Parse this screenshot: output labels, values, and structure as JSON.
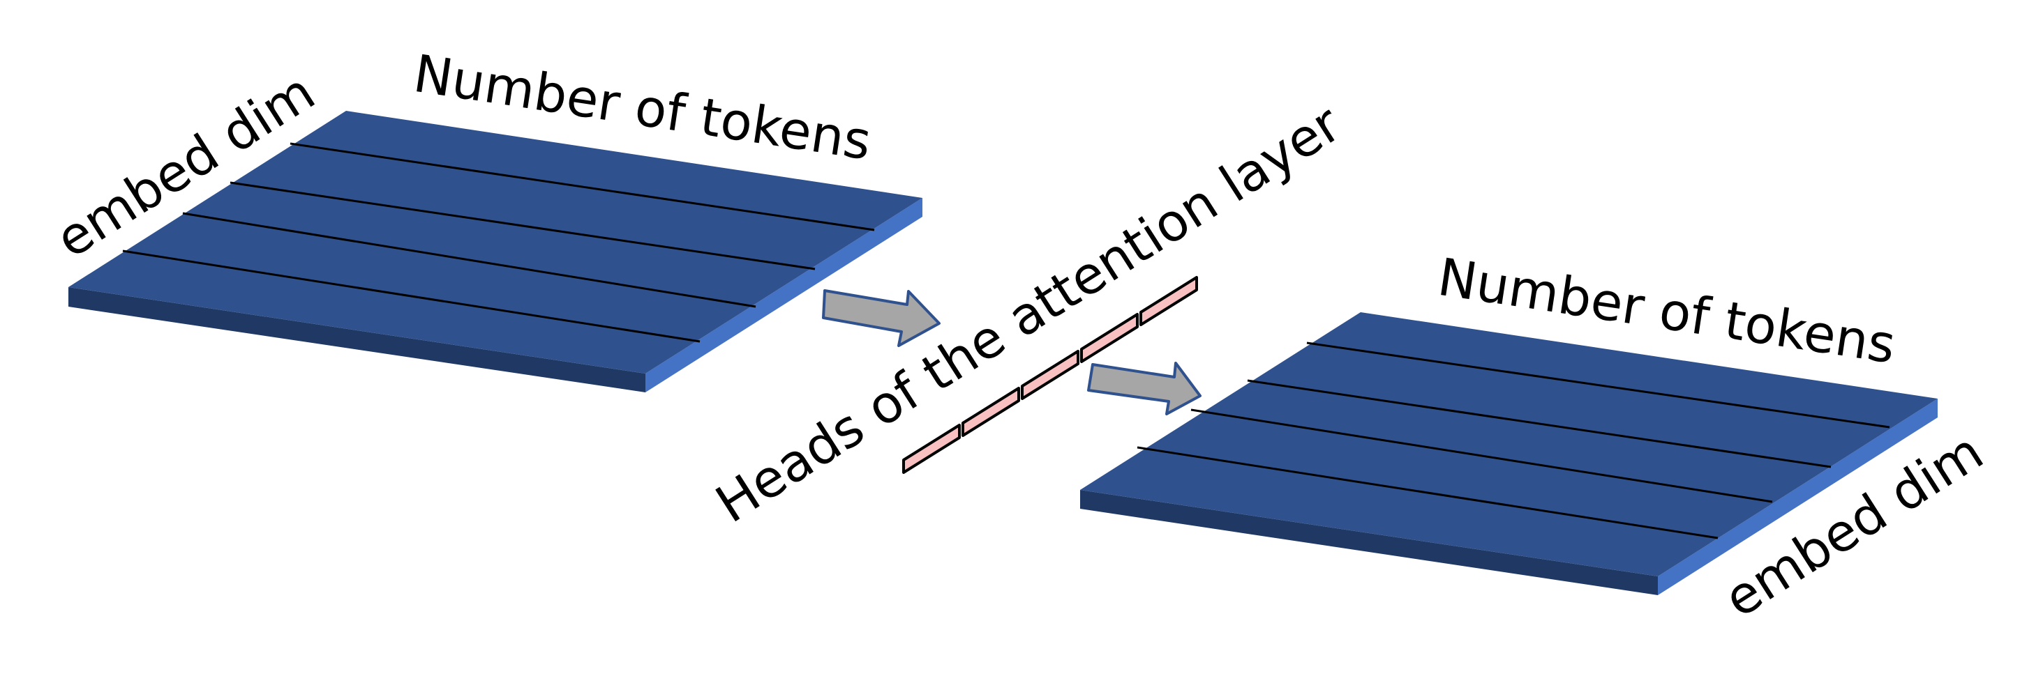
{
  "labels": {
    "left_tokens": "Number of tokens",
    "left_embed": "embed dim",
    "heads": "Heads of the attention layer",
    "right_tokens": "Number of tokens",
    "right_embed": "embed dim"
  },
  "colors": {
    "slab_top": "#2f528f",
    "slab_front": "#1f3864",
    "slab_side": "#4472c4",
    "arrow_fill": "#a6a6a6",
    "arrow_stroke": "#2f528f",
    "head_fill": "#f8c0c0",
    "head_stroke": "#000000"
  },
  "heads_count": 5,
  "token_rows": 5
}
